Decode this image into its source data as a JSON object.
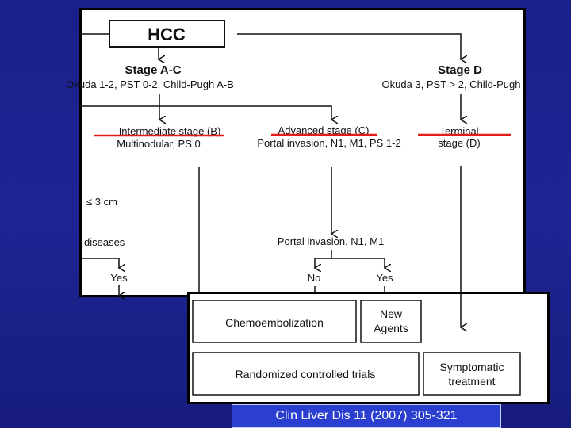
{
  "diagram": {
    "root": "HCC",
    "stage_ac": {
      "title": "Stage A-C",
      "criteria": "Okuda 1-2, PST 0-2, Child-Pugh A-B"
    },
    "stage_d": {
      "title": "Stage D",
      "criteria": "Okuda 3, PST > 2, Child-Pugh"
    },
    "intermediate": {
      "title": "Intermediate stage (B)",
      "detail": "Multinodular, PS 0"
    },
    "advanced": {
      "title": "Advanced stage (C)",
      "detail": "Portal invasion, N1, M1, PS 1-2"
    },
    "terminal": {
      "title_line1": "Terminal",
      "title_line2": "stage (D)"
    },
    "left_size": "≤ 3 cm",
    "left_diseases": "diseases",
    "left_yes": "Yes",
    "portal_question": "Portal invasion, N1, M1",
    "answer_no": "No",
    "answer_yes": "Yes"
  },
  "treatments": {
    "chemo": "Chemoembolization",
    "new_agents_line1": "New",
    "new_agents_line2": "Agents",
    "rct": "Randomized controlled trials",
    "symptomatic_line1": "Symptomatic",
    "symptomatic_line2": "treatment"
  },
  "citation": "Clin Liver Dis 11 (2007) 305-321",
  "colors": {
    "background": "#1b2190",
    "underline": "#e21b1b",
    "citation_box": "#2a3fd0"
  }
}
